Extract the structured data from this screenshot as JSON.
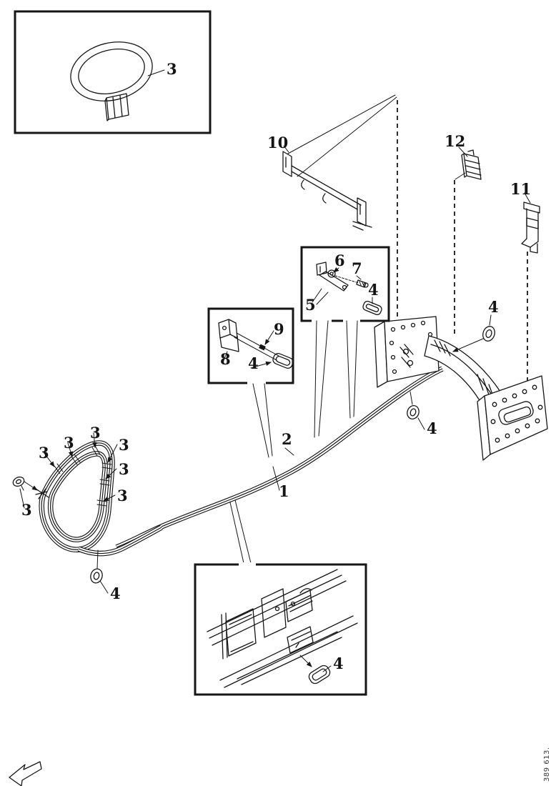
{
  "figure_number": "389 613.",
  "icons": {
    "direction_arrow": "front-direction-arrow"
  },
  "parts": {
    "clip_inset": "3",
    "upper_bracket": "10",
    "mount_plate": "12",
    "side_bracket": "11",
    "detail_a": {
      "bracket": "5",
      "nut": "6",
      "screw": "7",
      "sleeve": "4"
    },
    "detail_b": {
      "bracket": "8",
      "screw": "9",
      "sleeve": "4"
    },
    "crossmember": {
      "grommet_upper": "4",
      "grommet_lower": "4"
    },
    "tube_rear": "2",
    "tube_front": "1",
    "hose_loop": {
      "clips": [
        "3",
        "3",
        "3",
        "3",
        "3",
        "3"
      ],
      "end_clip": "3",
      "grommet": "4"
    },
    "frame_detail": {
      "sleeve": "4"
    }
  }
}
